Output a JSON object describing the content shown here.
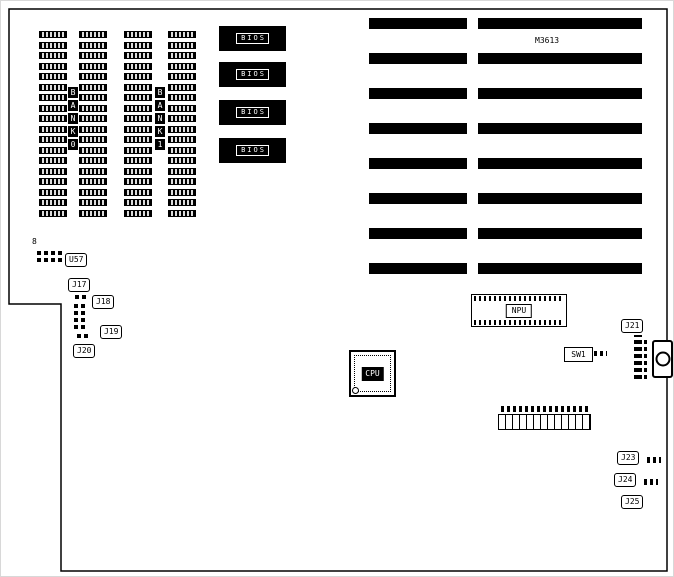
{
  "board": {
    "model": "M3613"
  },
  "memory": {
    "bank0": "BANK0",
    "bank1": "BANK1",
    "columns": 4,
    "rows": 18
  },
  "bios": {
    "label": "BIOS",
    "count": 4
  },
  "slots": {
    "count": 8
  },
  "npu": {
    "label": "NPU"
  },
  "cpu": {
    "label": "CPU"
  },
  "sw1": {
    "label": "SW1"
  },
  "labels": {
    "u57_pin_count": "8",
    "u57": "U57",
    "j17": "J17",
    "j18": "J18",
    "j19": "J19",
    "j20": "J20",
    "j21": "J21",
    "j23": "J23",
    "j24": "J24",
    "j25": "J25"
  }
}
